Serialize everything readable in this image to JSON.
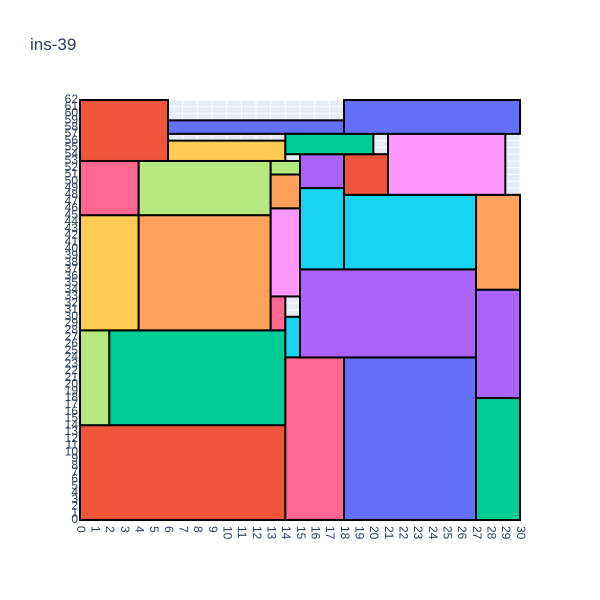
{
  "chart_data": {
    "type": "bar",
    "title": "ins-39",
    "xlabel": "",
    "ylabel": "",
    "xlim": [
      0,
      30
    ],
    "ylim": [
      0,
      62
    ],
    "x_ticks": [
      "0",
      "1",
      "2",
      "3",
      "4",
      "5",
      "6",
      "7",
      "8",
      "9",
      "10",
      "11",
      "12",
      "13",
      "14",
      "15",
      "16",
      "17",
      "18",
      "19",
      "20",
      "21",
      "22",
      "23",
      "24",
      "25",
      "26",
      "27",
      "28",
      "29",
      "30"
    ],
    "y_ticks": [
      "0",
      "1",
      "2",
      "3",
      "4",
      "5",
      "6",
      "7",
      "8",
      "9",
      "10",
      "11",
      "12",
      "13",
      "14",
      "15",
      "16",
      "17",
      "18",
      "19",
      "20",
      "21",
      "22",
      "23",
      "24",
      "25",
      "26",
      "27",
      "28",
      "29",
      "30",
      "31",
      "32",
      "33",
      "34",
      "35",
      "36",
      "37",
      "38",
      "39",
      "40",
      "41",
      "42",
      "43",
      "44",
      "45",
      "46",
      "47",
      "48",
      "49",
      "50",
      "51",
      "52",
      "53",
      "54",
      "55",
      "56",
      "57",
      "58",
      "59",
      "60",
      "61",
      "62"
    ],
    "grid": true,
    "plot_background": "#e5ecf6",
    "rectangles": [
      {
        "x0": 0,
        "x1": 14,
        "y0": 0,
        "y1": 14,
        "color": "#EF553B"
      },
      {
        "x0": 0,
        "x1": 2,
        "y0": 14,
        "y1": 28,
        "color": "#B6E880"
      },
      {
        "x0": 2,
        "x1": 14,
        "y0": 14,
        "y1": 28,
        "color": "#00CC96"
      },
      {
        "x0": 0,
        "x1": 4,
        "y0": 28,
        "y1": 45,
        "color": "#FECB52"
      },
      {
        "x0": 4,
        "x1": 13,
        "y0": 28,
        "y1": 45,
        "color": "#FFA15A"
      },
      {
        "x0": 0,
        "x1": 4,
        "y0": 45,
        "y1": 53,
        "color": "#FF6692"
      },
      {
        "x0": 4,
        "x1": 13,
        "y0": 45,
        "y1": 53,
        "color": "#B6E880"
      },
      {
        "x0": 0,
        "x1": 6,
        "y0": 53,
        "y1": 62,
        "color": "#EF553B"
      },
      {
        "x0": 6,
        "x1": 18,
        "y0": 57,
        "y1": 59,
        "color": "#636EFA"
      },
      {
        "x0": 6,
        "x1": 14,
        "y0": 53,
        "y1": 56,
        "color": "#FECB52"
      },
      {
        "x0": 13,
        "x1": 15,
        "y0": 51,
        "y1": 53,
        "color": "#B6E880"
      },
      {
        "x0": 13,
        "x1": 15,
        "y0": 46,
        "y1": 51,
        "color": "#FFA15A"
      },
      {
        "x0": 13,
        "x1": 15,
        "y0": 33,
        "y1": 46,
        "color": "#FF97FF"
      },
      {
        "x0": 13,
        "x1": 14,
        "y0": 28,
        "y1": 33,
        "color": "#FF6692"
      },
      {
        "x0": 14,
        "x1": 15,
        "y0": 24,
        "y1": 30,
        "color": "#19D3F3"
      },
      {
        "x0": 14,
        "x1": 18,
        "y0": 0,
        "y1": 24,
        "color": "#FF6692"
      },
      {
        "x0": 18,
        "x1": 27,
        "y0": 0,
        "y1": 24,
        "color": "#636EFA"
      },
      {
        "x0": 27,
        "x1": 30,
        "y0": 0,
        "y1": 18,
        "color": "#00CC96"
      },
      {
        "x0": 27,
        "x1": 30,
        "y0": 18,
        "y1": 34,
        "color": "#AB63FA"
      },
      {
        "x0": 27,
        "x1": 30,
        "y0": 34,
        "y1": 48,
        "color": "#FFA15A"
      },
      {
        "x0": 15,
        "x1": 27,
        "y0": 24,
        "y1": 37,
        "color": "#AB63FA"
      },
      {
        "x0": 15,
        "x1": 18,
        "y0": 37,
        "y1": 49,
        "color": "#19D3F3"
      },
      {
        "x0": 18,
        "x1": 27,
        "y0": 37,
        "y1": 48,
        "color": "#19D3F3"
      },
      {
        "x0": 15,
        "x1": 18,
        "y0": 49,
        "y1": 54,
        "color": "#AB63FA"
      },
      {
        "x0": 18,
        "x1": 21,
        "y0": 48,
        "y1": 54,
        "color": "#EF553B"
      },
      {
        "x0": 14,
        "x1": 20,
        "y0": 54,
        "y1": 57,
        "color": "#00CC96"
      },
      {
        "x0": 21,
        "x1": 29,
        "y0": 48,
        "y1": 57,
        "color": "#FF97FF"
      },
      {
        "x0": 18,
        "x1": 30,
        "y0": 57,
        "y1": 62,
        "color": "#636EFA"
      }
    ]
  }
}
